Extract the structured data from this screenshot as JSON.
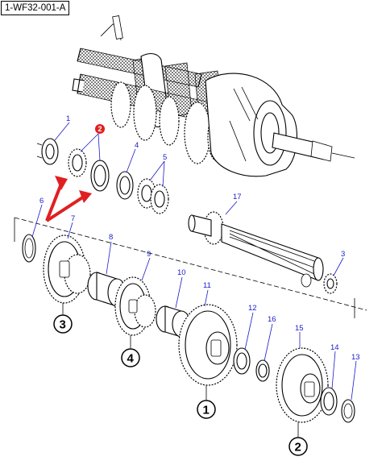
{
  "reference": "1-WF32-001-A",
  "callouts": {
    "c1": "1",
    "c2": "2",
    "c3": "3",
    "c4": "4",
    "c5": "5",
    "c6": "6",
    "c7": "7",
    "c8": "8",
    "c9": "9",
    "c10": "10",
    "c11": "11",
    "c12": "12",
    "c13": "13",
    "c14": "14",
    "c15": "15",
    "c16": "16",
    "c17": "17",
    "c3b": "3"
  },
  "circled": {
    "g1": "1",
    "g2": "2",
    "g3": "3",
    "g4": "4"
  },
  "highlight": {
    "marker": "2",
    "color": "#e02020",
    "arrow_color": "#e02020"
  },
  "label_color": "#1a1acc"
}
